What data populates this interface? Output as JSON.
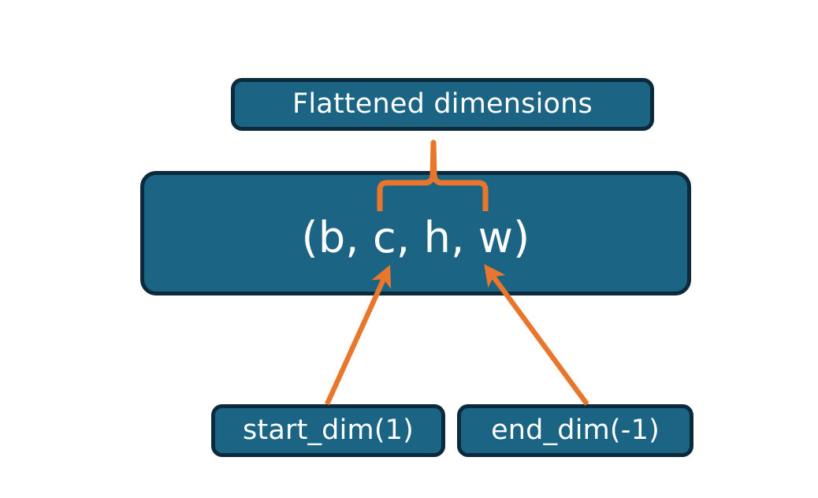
{
  "diagram": {
    "title_node": {
      "id": "flattened-dimensions",
      "label": "Flattened dimensions"
    },
    "tuple_node": {
      "id": "tensor-shape-tuple",
      "label": "(b, c, h, w)",
      "dims": [
        "b",
        "c",
        "h",
        "w"
      ]
    },
    "arg_nodes": [
      {
        "id": "start-dim",
        "label": "start_dim(1)",
        "value": 1
      },
      {
        "id": "end-dim",
        "label": "end_dim(-1)",
        "value": -1
      }
    ],
    "connectors": [
      {
        "id": "brace-flattened-span",
        "type": "curly-brace-up",
        "from": "tuple-dims-c-to-w",
        "to": "flattened-dimensions"
      },
      {
        "id": "arrow-start-dim",
        "type": "arrow",
        "from": "start-dim",
        "to": "tuple-dim-c"
      },
      {
        "id": "arrow-end-dim",
        "type": "arrow",
        "from": "end-dim",
        "to": "tuple-dim-w"
      }
    ],
    "colors": {
      "box_fill": "#1C6483",
      "box_border": "#0C2A3C",
      "box_text": "#FFFFFF",
      "connector": "#E8762C",
      "background": "#FFFFFF"
    }
  }
}
